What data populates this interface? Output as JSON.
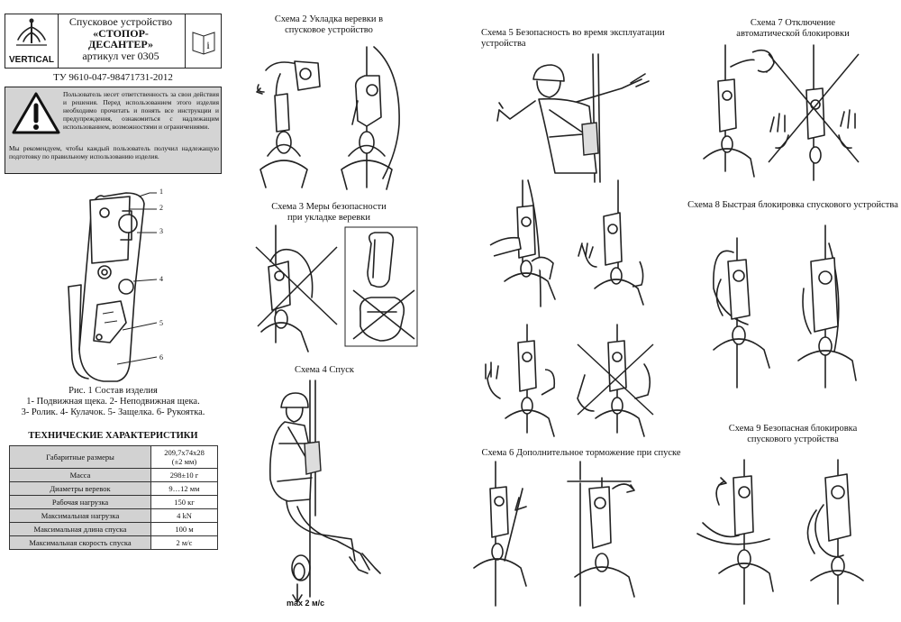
{
  "header": {
    "brand": "VERTICAL",
    "title_line1": "Спусковое устройство",
    "title_line2": "«СТОПОР-",
    "title_line3": "ДЕСАНТЕР»",
    "article": "артикул ver 0305",
    "info_icon": "info-book-icon"
  },
  "standard": "ТУ 9610-047-98471731-2012",
  "warning": {
    "icon": "warning-triangle-icon",
    "text_main": "Пользователь несет ответственность за свои действия и решения. Перед использованием этого изделия необходимо прочитать и понять все инструкции и предупреждения, ознакомиться с надлежащим использованием, возможностями и ограничениями.",
    "text_rest": "Мы рекомендуем, чтобы каждый пользователь получил надлежащую подготовку по правильному использованию изделия."
  },
  "figure1": {
    "callouts": [
      "1",
      "2",
      "3",
      "4",
      "5",
      "6"
    ],
    "caption_title": "Рис. 1 Состав изделия",
    "caption_line2": "1- Подвижная щека. 2- Неподвижная щека.",
    "caption_line3": "3- Ролик. 4- Кулачок. 5- Защелка. 6- Рукоятка."
  },
  "specs": {
    "heading": "ТЕХНИЧЕСКИЕ ХАРАКТЕРИСТИКИ",
    "rows": [
      {
        "k": "Габаритные размеры",
        "v": "209,7x74x28",
        "v2": "(±2 мм)"
      },
      {
        "k": "Масса",
        "v": "298±10 г"
      },
      {
        "k": "Диаметры веревок",
        "v": "9…12 мм"
      },
      {
        "k": "Рабочая нагрузка",
        "v": "150 кг"
      },
      {
        "k": "Максимальная нагрузка",
        "v": "4 kN"
      },
      {
        "k": "Максимальная длина спуска",
        "v": "100 м"
      },
      {
        "k": "Максимальная скорость спуска",
        "v": "2 м/с"
      }
    ]
  },
  "schemes": {
    "s2_l1": "Схема 2 Укладка веревки в",
    "s2_l2": "спусковое устройство",
    "s3_l1": "Схема 3 Меры безопасности",
    "s3_l2": "при укладке веревки",
    "s4": "Схема 4 Спуск",
    "s4_speed": "max 2 м/с",
    "s5_l1": "Схема 5 Безопасность во время эксплуатации",
    "s5_l2": "устройства",
    "s6": "Схема 6 Дополнительное торможение при спуске",
    "s7_l1": "Схема 7 Отключение",
    "s7_l2": "автоматической блокировки",
    "s8": "Схема 8 Быстрая блокировка спускового устройства",
    "s9_l1": "Схема 9 Безопасная блокировка",
    "s9_l2": "спускового устройства"
  }
}
